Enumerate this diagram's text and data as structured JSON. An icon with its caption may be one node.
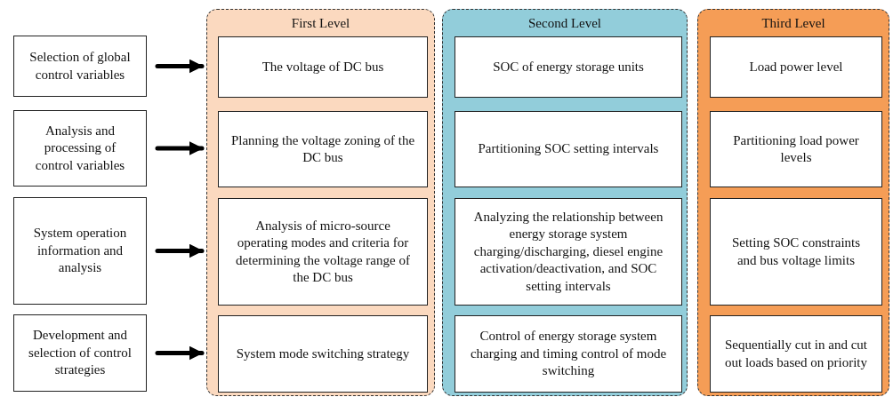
{
  "diagram": {
    "nodes": [
      {
        "text": [
          "Selection of global control variables"
        ]
      },
      {
        "text": [
          "Analysis and processing of control variables"
        ]
      },
      {
        "text": [
          "System operation information and analysis"
        ]
      },
      {
        "text": [
          "Development and selection of control strategies"
        ]
      },
      {
        "text": [
          "First Level"
        ]
      },
      {
        "text": [
          "The voltage of DC bus"
        ],
        "in": 4
      },
      {
        "text": [
          "Planning the voltage zoning of the DC bus"
        ],
        "in": 4
      },
      {
        "text": [
          "Analysis of micro-source operating modes and criteria for determining the voltage range of the DC bus"
        ],
        "in": 4
      },
      {
        "text": [
          "System mode switching strategy"
        ],
        "in": 4
      },
      {
        "text": [
          "Second Level"
        ]
      },
      {
        "text": [
          "SOC of energy storage units"
        ],
        "in": 9
      },
      {
        "text": [
          "Partitioning SOC setting intervals"
        ],
        "in": 9
      },
      {
        "text": [
          "Analyzing the relationship between energy storage system charging/discharging, diesel engine activation/deactivation, and SOC setting intervals"
        ],
        "in": 9
      },
      {
        "text": [
          "Control of energy storage system charging and timing control of mode switching"
        ],
        "in": 9
      },
      {
        "text": [
          "Third Level"
        ]
      },
      {
        "text": [
          "Load power level"
        ],
        "in": 14
      },
      {
        "text": [
          "Partitioning load power levels"
        ],
        "in": 14
      },
      {
        "text": [
          "Setting SOC constraints and bus voltage limits"
        ],
        "in": 14
      },
      {
        "text": [
          "Sequentially cut in and cut out loads based on priority"
        ],
        "in": 14
      }
    ],
    "edges": [
      {
        "from": 0,
        "to": 4,
        "arrow": "to"
      },
      {
        "from": 1,
        "to": 4,
        "arrow": "to"
      },
      {
        "from": 2,
        "to": 4,
        "arrow": "to"
      },
      {
        "from": 3,
        "to": 4,
        "arrow": "to"
      }
    ]
  }
}
